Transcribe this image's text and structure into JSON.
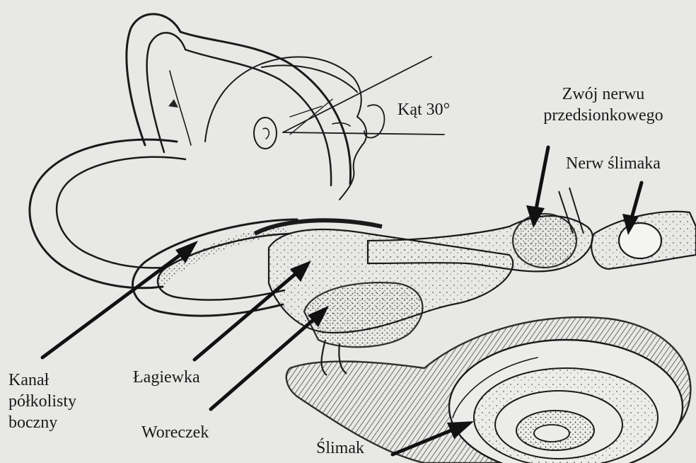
{
  "labels": {
    "angle": "Kąt 30°",
    "vestibular_ganglion": [
      "Zwój nerwu",
      "przedsionkowego"
    ],
    "cochlear_nerve": "Nerw ślimaka",
    "lateral_canal": [
      "Kanał",
      "półkolisty",
      "boczny"
    ],
    "utricle": "Łagiewka",
    "saccule": "Woreczek",
    "cochlea": "Ślimak"
  },
  "colors": {
    "paper": "#e8e8e6",
    "ink": "#1a1a1a"
  }
}
